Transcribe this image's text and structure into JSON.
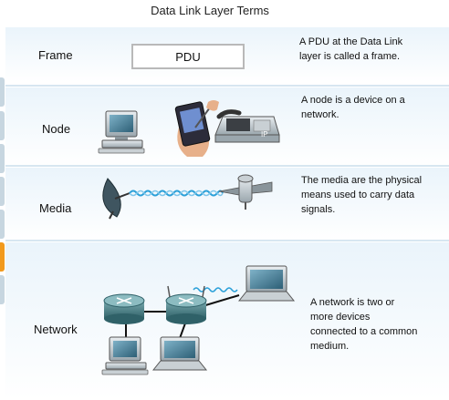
{
  "title": "Data Link Layer Terms",
  "rows": {
    "frame": {
      "label": "Frame",
      "box_label": "PDU",
      "desc": [
        "A PDU at the Data Link",
        "layer is called a frame."
      ]
    },
    "node": {
      "label": "Node",
      "desc": [
        "A node is a device on a",
        "network."
      ],
      "phone_label": "IP"
    },
    "media": {
      "label": "Media",
      "desc": [
        "The media are the physical",
        "means used to carry data",
        "signals."
      ]
    },
    "network": {
      "label": "Network",
      "desc": [
        "A network is two or",
        "more devices",
        "connected to a common",
        "medium."
      ]
    }
  },
  "colors": {
    "accent_tab": "#f29a1d",
    "tab": "#c7d6e0",
    "router": "#3f7a82",
    "wave": "#2aa0d8"
  },
  "icons": [
    "computer-icon",
    "pda-icon",
    "ip-phone-icon",
    "satellite-dish-icon",
    "wireless-access-point-icon",
    "router-icon",
    "laptop-icon"
  ]
}
